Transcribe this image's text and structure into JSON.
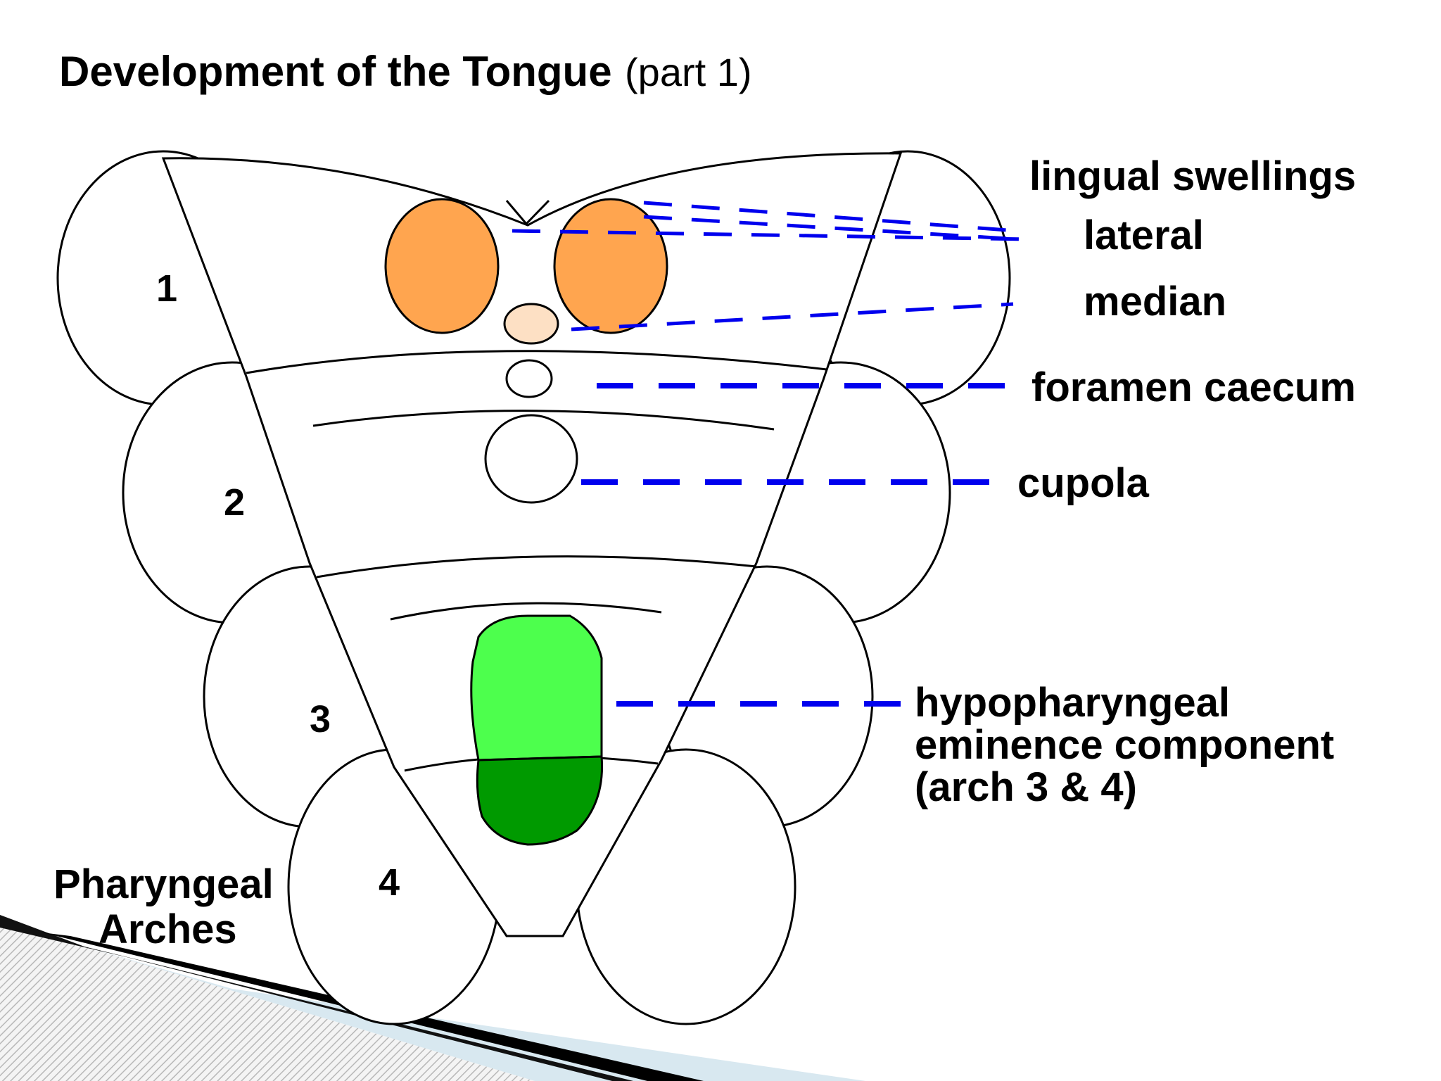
{
  "title": {
    "main": "Development of the Tongue",
    "sub": "(part 1)"
  },
  "arches": {
    "numbers": [
      "1",
      "2",
      "3",
      "4"
    ],
    "label_line1": "Pharyngeal",
    "label_line2": "Arches"
  },
  "labels": {
    "lingual_swellings": "lingual swellings",
    "lateral": "lateral",
    "median": "median",
    "foramen_caecum": "foramen caecum",
    "cupola": "cupola",
    "hypopharyngeal_line1": "hypopharyngeal",
    "hypopharyngeal_line2": "eminence component",
    "hypopharyngeal_line3": "(arch 3 & 4)"
  },
  "colors": {
    "lateral_swelling": "#ffa54f",
    "median_swelling": "#fde0c4",
    "hypopharyngeal_upper": "#4dff4d",
    "hypopharyngeal_lower": "#009a00",
    "leader": "#0000ee",
    "outline": "#000000"
  }
}
